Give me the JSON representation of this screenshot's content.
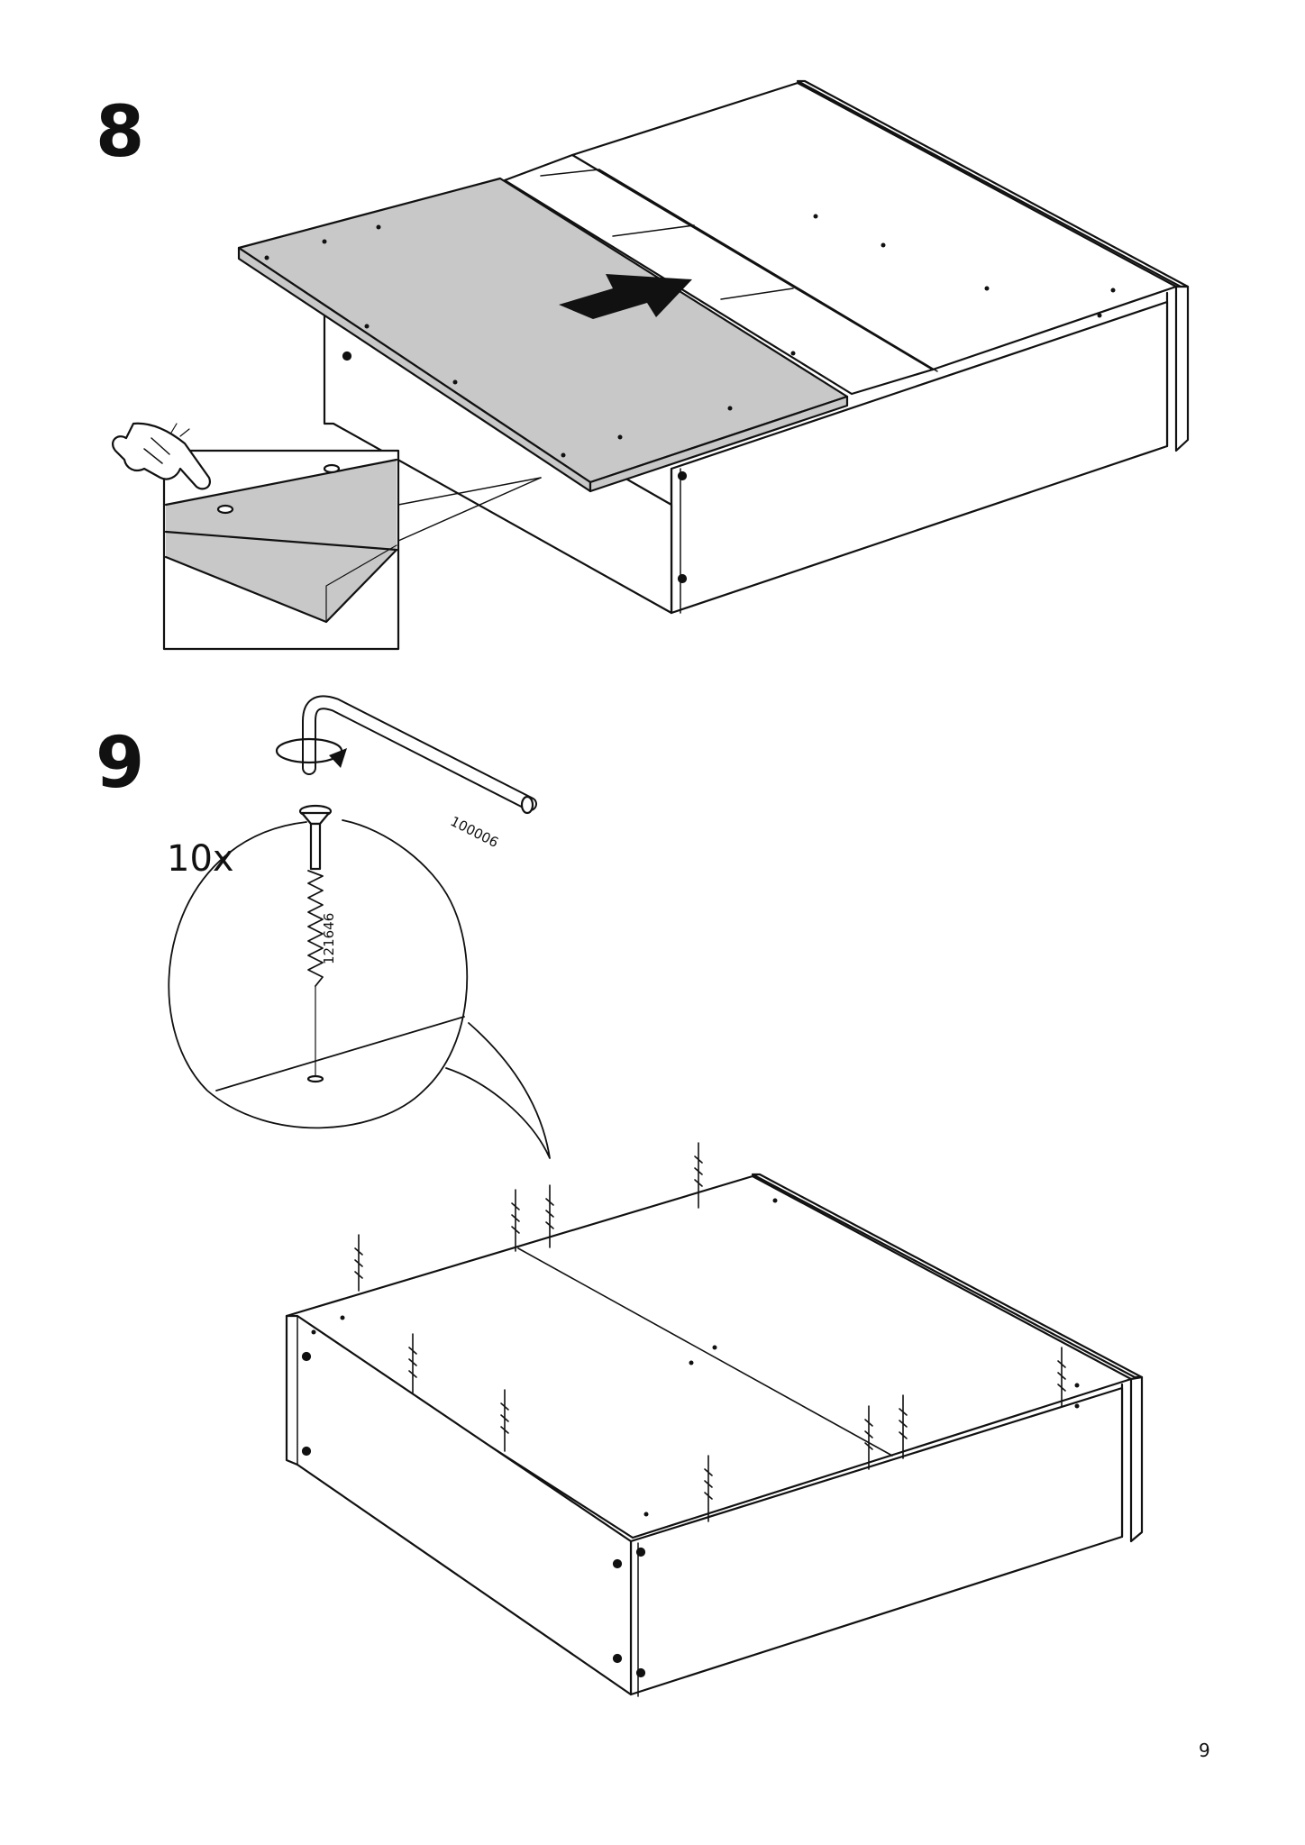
{
  "steps": [
    {
      "number": "8"
    },
    {
      "number": "9",
      "quantity": "10x"
    }
  ],
  "parts": {
    "screw_id": "121646",
    "allen_key_id": "100006"
  },
  "page_number": "9",
  "colors": {
    "board_fill": "#c8c8c8",
    "line": "#111111"
  }
}
